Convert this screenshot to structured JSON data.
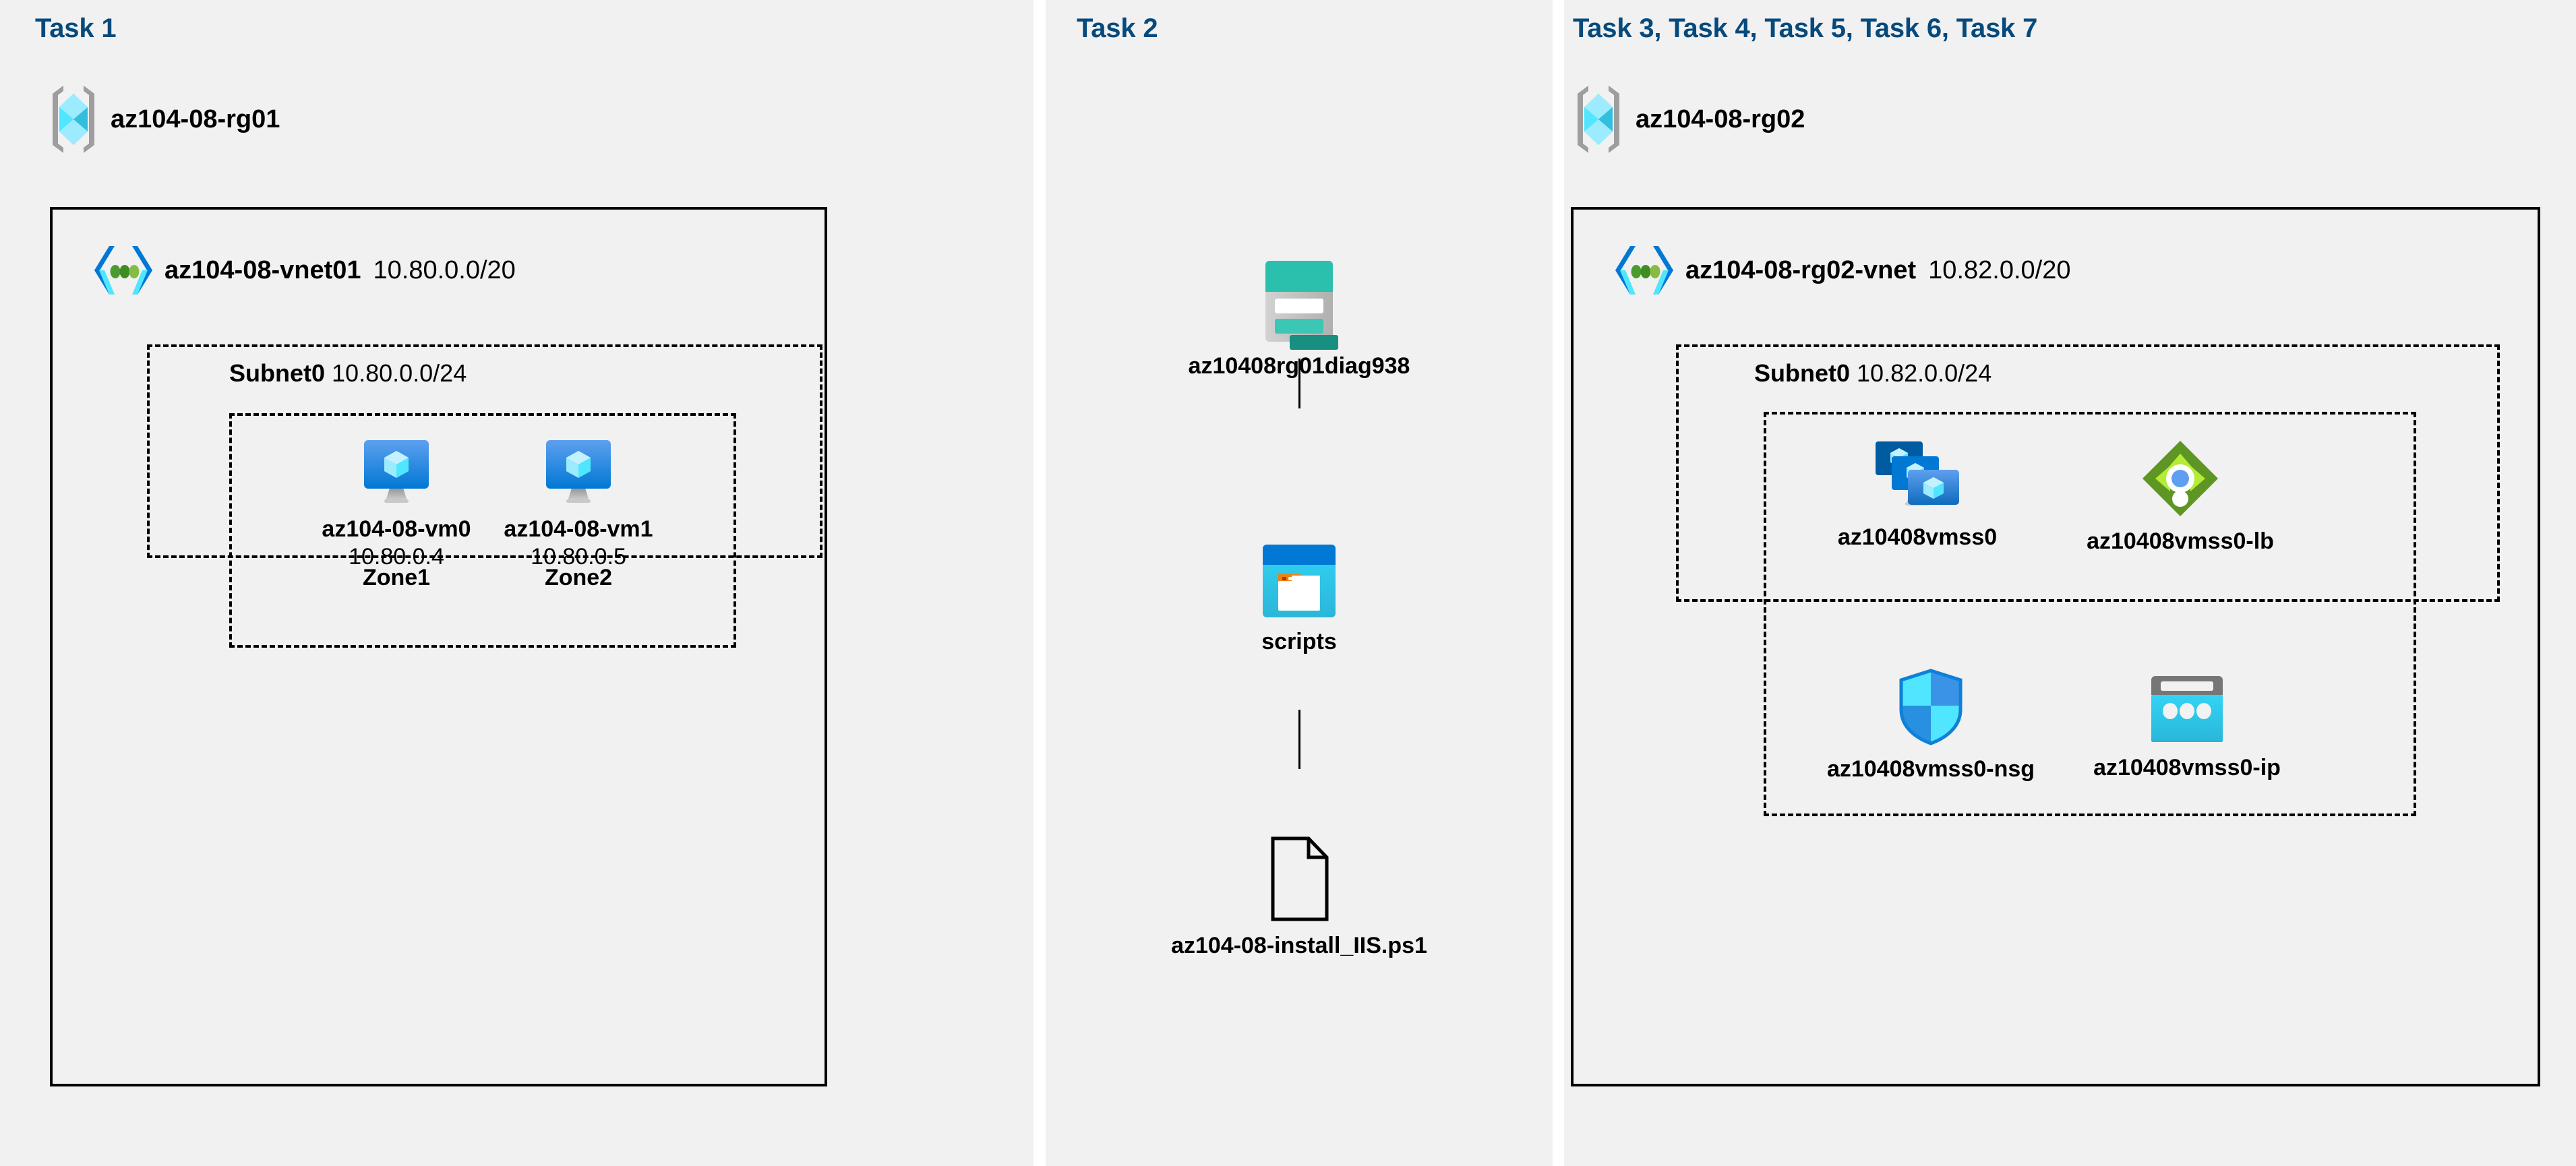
{
  "diagram": {
    "title": "Azure AZ-104-08 lab architecture",
    "background": "#ffffff",
    "panel_background": "#f1f1f1",
    "accent_color": "#064a7d"
  },
  "panels": [
    {
      "id": "task1",
      "title": "Task 1"
    },
    {
      "id": "task2",
      "title": "Task 2"
    },
    {
      "id": "task3",
      "title": "Task 3, Task 4, Task 5, Task 6, Task 7"
    }
  ],
  "resource_groups": [
    {
      "name": "az104-08-rg01",
      "icon": "resource-group-icon"
    },
    {
      "name": "az104-08-rg02",
      "icon": "resource-group-icon"
    }
  ],
  "vnets": [
    {
      "name": "az104-08-vnet01",
      "cidr": "10.80.0.0/20",
      "icon": "virtual-network-icon"
    },
    {
      "name": "az104-08-rg02-vnet",
      "cidr": "10.82.0.0/20",
      "icon": "virtual-network-icon"
    }
  ],
  "subnets": [
    {
      "name": "Subnet0",
      "cidr": "10.80.0.0/24"
    },
    {
      "name": "Subnet0",
      "cidr": "10.82.0.0/24"
    }
  ],
  "vms": [
    {
      "name": "az104-08-vm0",
      "ip": "10.80.0.4",
      "zone": "Zone1",
      "icon": "virtual-machine-icon"
    },
    {
      "name": "az104-08-vm1",
      "ip": "10.80.0.5",
      "zone": "Zone2",
      "icon": "virtual-machine-icon"
    }
  ],
  "storage": {
    "account": {
      "name": "az10408rg01diag938",
      "icon": "storage-account-icon"
    },
    "container": {
      "name": "scripts",
      "icon": "blob-container-icon"
    },
    "blob": {
      "name": "az104-08-install_IIS.ps1",
      "icon": "document-icon"
    }
  },
  "rg02_resources": [
    {
      "name": "az10408vmss0",
      "icon": "vm-scale-set-icon"
    },
    {
      "name": "az10408vmss0-lb",
      "icon": "load-balancer-icon"
    },
    {
      "name": "az10408vmss0-nsg",
      "icon": "network-security-group-icon"
    },
    {
      "name": "az10408vmss0-ip",
      "icon": "public-ip-address-icon"
    }
  ]
}
